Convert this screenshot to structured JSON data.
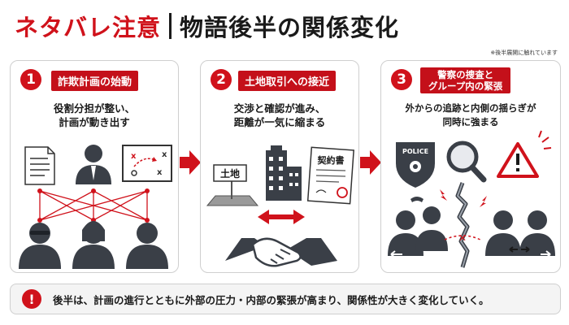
{
  "header": {
    "title_red": "ネタバレ注意",
    "title_black": "物語後半の関係変化",
    "note": "※後半展開に触れています"
  },
  "panels": [
    {
      "number": "1",
      "tag": "詐欺計画の始動",
      "desc_lines": [
        "役割分担が整い、",
        "計画が動き出す"
      ]
    },
    {
      "number": "2",
      "tag": "土地取引への接近",
      "desc_lines": [
        "交渉と確認が進み、",
        "距離が一気に縮まる"
      ],
      "sign_label": "土地",
      "document_label": "契約書"
    },
    {
      "number": "3",
      "tag_lines": [
        "警察の捜査と",
        "グループ内の緊張"
      ],
      "desc_lines": [
        "外からの追跡と内側の揺らぎが",
        "同時に強まる"
      ],
      "badge_label": "POLICE"
    }
  ],
  "bottom": {
    "icon": "!",
    "text": "後半は、計画の進行とともに外部の圧力・内部の緊張が高まり、関係性が大きく変化していく。"
  },
  "colors": {
    "accent": "#d0121b",
    "dark": "#3a3f47",
    "border": "#cfcfcf"
  }
}
